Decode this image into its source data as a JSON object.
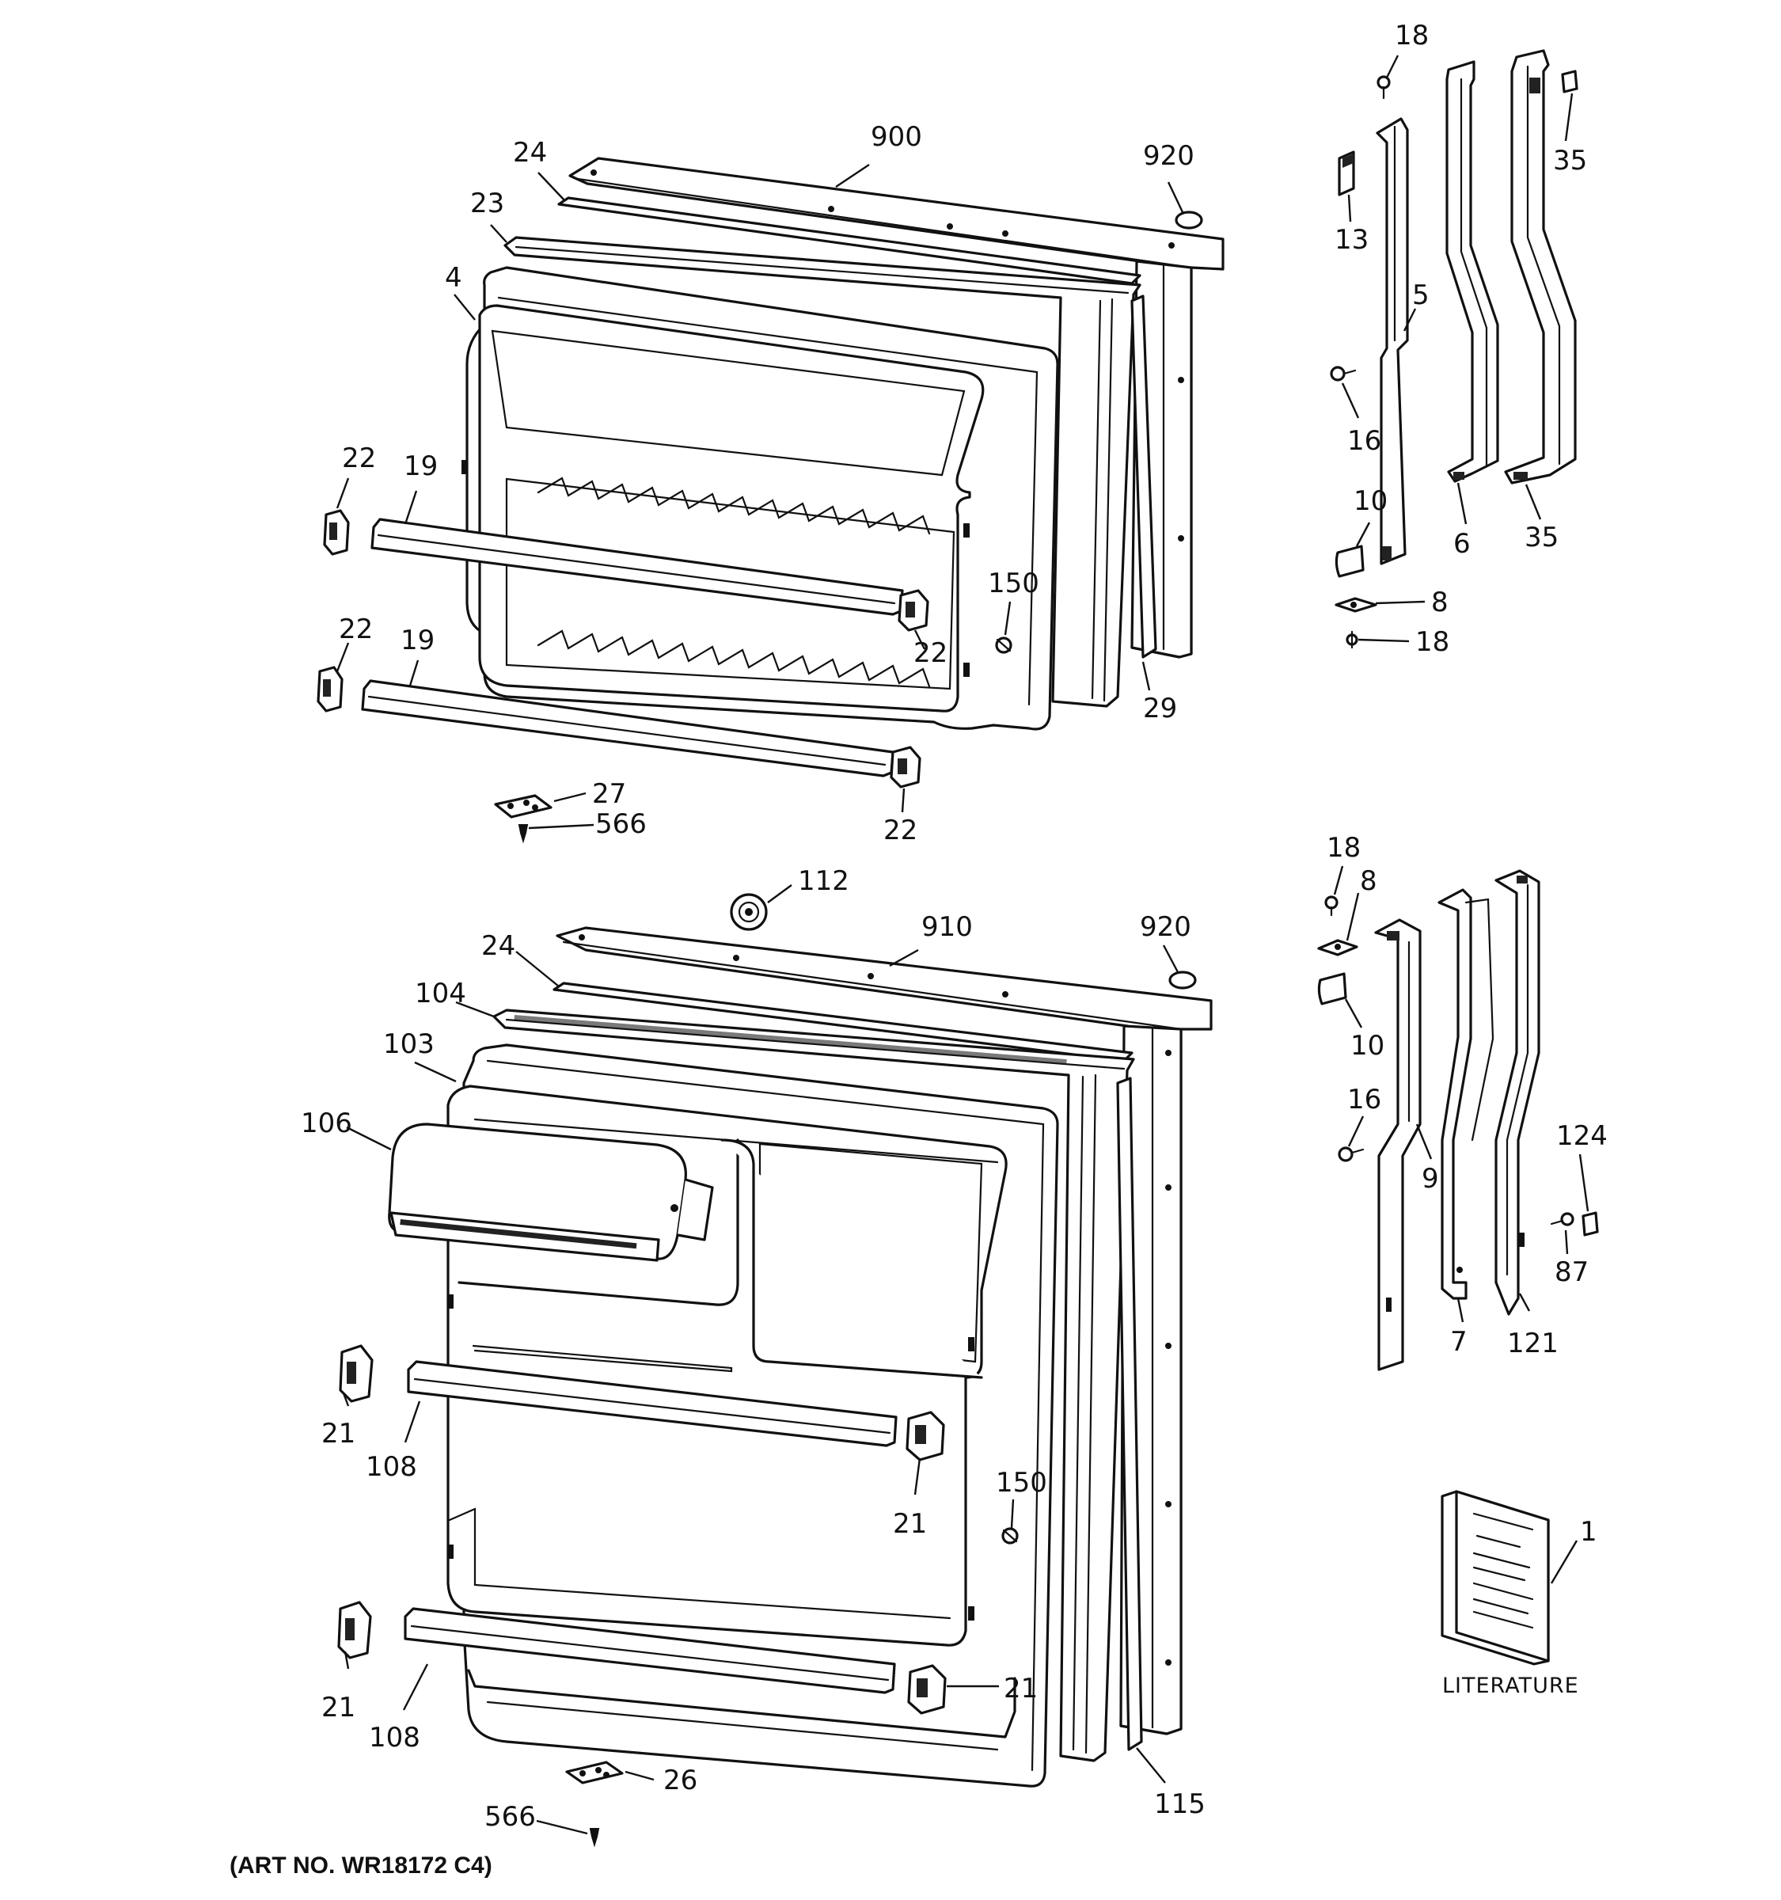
{
  "diagram": {
    "art_number": "(ART NO. WR18172 C4)",
    "literature_label": "LITERATURE",
    "labels": [
      {
        "key": "fz_frame",
        "text": "900"
      },
      {
        "key": "fz_plug",
        "text": "920"
      },
      {
        "key": "fz_trim",
        "text": "24"
      },
      {
        "key": "fz_gasket",
        "text": "23"
      },
      {
        "key": "fz_liner",
        "text": "4"
      },
      {
        "key": "fz_end_cap_tl",
        "text": "22"
      },
      {
        "key": "fz_bar_top",
        "text": "19"
      },
      {
        "key": "fz_end_cap_bl",
        "text": "22"
      },
      {
        "key": "fz_bar_bottom",
        "text": "19"
      },
      {
        "key": "fz_end_cap_tr",
        "text": "22"
      },
      {
        "key": "fz_end_cap_br",
        "text": "22"
      },
      {
        "key": "fz_screw",
        "text": "150"
      },
      {
        "key": "fz_seal",
        "text": "29"
      },
      {
        "key": "fz_stop",
        "text": "27"
      },
      {
        "key": "fz_stop_screw",
        "text": "566"
      },
      {
        "key": "fz_hdl_screw_top",
        "text": "18"
      },
      {
        "key": "fz_hdl_cap",
        "text": "13"
      },
      {
        "key": "fz_handle",
        "text": "5"
      },
      {
        "key": "fz_hdl_screw",
        "text": "16"
      },
      {
        "key": "fz_hdl_end",
        "text": "10"
      },
      {
        "key": "fz_hdl_mount",
        "text": "8"
      },
      {
        "key": "fz_hdl_screw_bot",
        "text": "18"
      },
      {
        "key": "fz_trim_a",
        "text": "6"
      },
      {
        "key": "fz_trim_b",
        "text": "35"
      },
      {
        "key": "fz_trim_b_cap",
        "text": "35"
      },
      {
        "key": "ff_plug_top",
        "text": "112"
      },
      {
        "key": "ff_frame",
        "text": "910"
      },
      {
        "key": "ff_plug",
        "text": "920"
      },
      {
        "key": "ff_trim",
        "text": "24"
      },
      {
        "key": "ff_gasket",
        "text": "104"
      },
      {
        "key": "ff_liner",
        "text": "103"
      },
      {
        "key": "ff_dairy",
        "text": "106"
      },
      {
        "key": "ff_cap_tl",
        "text": "21"
      },
      {
        "key": "ff_bar_top",
        "text": "108"
      },
      {
        "key": "ff_cap_tr",
        "text": "21"
      },
      {
        "key": "ff_screw",
        "text": "150"
      },
      {
        "key": "ff_cap_bl",
        "text": "21"
      },
      {
        "key": "ff_bar_bottom",
        "text": "108"
      },
      {
        "key": "ff_cap_br",
        "text": "21"
      },
      {
        "key": "ff_seal",
        "text": "115"
      },
      {
        "key": "ff_stop",
        "text": "26"
      },
      {
        "key": "ff_stop_screw",
        "text": "566"
      },
      {
        "key": "ff_hdl_screw_top",
        "text": "18"
      },
      {
        "key": "ff_hdl_mount",
        "text": "8"
      },
      {
        "key": "ff_hdl_end",
        "text": "10"
      },
      {
        "key": "ff_hdl_screw",
        "text": "16"
      },
      {
        "key": "ff_handle",
        "text": "9"
      },
      {
        "key": "ff_trim_a",
        "text": "7"
      },
      {
        "key": "ff_trim_b",
        "text": "121"
      },
      {
        "key": "ff_clip",
        "text": "124"
      },
      {
        "key": "ff_clip_screw",
        "text": "87"
      },
      {
        "key": "literature",
        "text": "1"
      }
    ]
  }
}
